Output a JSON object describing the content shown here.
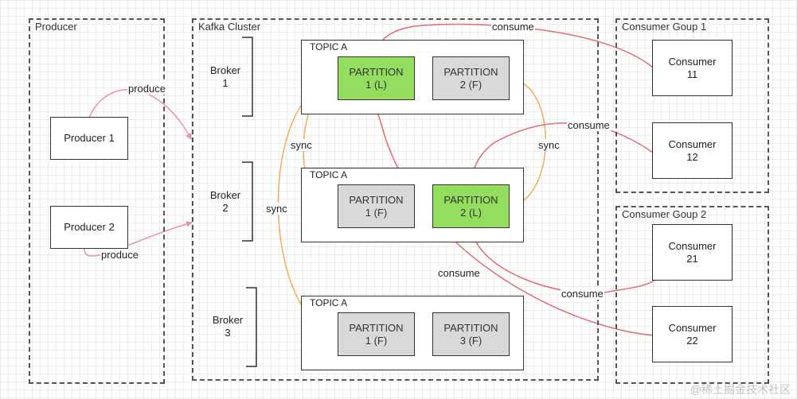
{
  "frames": {
    "producer": "Producer",
    "cluster": "Kafka Cluster",
    "group1": "Consumer Goup 1",
    "group2": "Consumer Goup 2"
  },
  "producers": [
    "Producer 1",
    "Producer 2"
  ],
  "brokers": [
    "Broker\n1",
    "Broker\n2",
    "Broker\n3"
  ],
  "topics": [
    {
      "label": "TOPIC A",
      "partitions": [
        {
          "text": "PARTITION\n1 (L)",
          "role": "leader"
        },
        {
          "text": "PARTITION\n2 (F)",
          "role": "follower"
        }
      ]
    },
    {
      "label": "TOPIC A",
      "partitions": [
        {
          "text": "PARTITION\n1 (F)",
          "role": "follower"
        },
        {
          "text": "PARTITION\n2 (L)",
          "role": "leader"
        }
      ]
    },
    {
      "label": "TOPIC A",
      "partitions": [
        {
          "text": "PARTITION\n1 (F)",
          "role": "follower"
        },
        {
          "text": "PARTITION\n3 (F)",
          "role": "follower"
        }
      ]
    }
  ],
  "consumers": [
    "Consumer\n11",
    "Consumer\n12",
    "Consumer\n21",
    "Consumer\n22"
  ],
  "edge_labels": {
    "produce": "produce",
    "consume": "consume",
    "sync": "sync"
  },
  "colors": {
    "produce": "#e78fb0",
    "sync": "#f0ae5c",
    "consume": "#e06c75",
    "leader": "#93dd5f",
    "follower": "#d9d9d9"
  },
  "watermark": "@稀土掘金技术社区"
}
